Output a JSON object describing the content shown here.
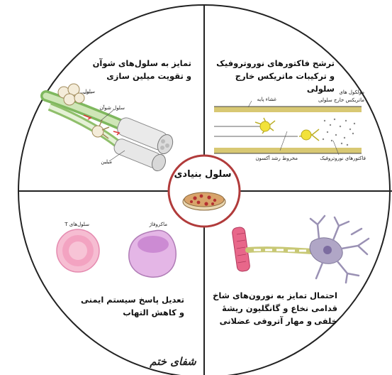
{
  "center": {
    "title": "سلول بنیادی"
  },
  "quadrants": {
    "top_left": {
      "title_line1": "تمایز به سلول‌های شوآن",
      "title_line2": "و تقویت میلین سازی",
      "label_cell": "سلول",
      "label_schwann": "سلول شوآن",
      "label_myelin": "میلین"
    },
    "top_right": {
      "title_line1": "ترشح فاکتورهای نوروتروفیک",
      "title_line2": "و ترکیبات ماتریکس خارج سلولی",
      "label_molecules_l1": "مولکول های",
      "label_molecules_l2": "ماتریکس خارج سلولی",
      "label_basal": "غشاء پایه",
      "label_growth_cone": "مخروط رشد آکسون",
      "label_factors": "فاکتورهای نوروتروفیک"
    },
    "bottom_left": {
      "label_tcells": "سلول‌های T",
      "label_macrophage": "ماکروفاژ",
      "title_line1": "تعدیل پاسخ سیستم ایمنی",
      "title_line2": "و کاهش التهاب"
    },
    "bottom_right": {
      "title_line1": "احتمال تمایز به نورون‌های شاخ",
      "title_line2": "قدامی نخاع و گانگلیون ریشهٔ خلفی",
      "title_line3": "و مهار آتروفی عضلانی"
    }
  },
  "signature": "شفای ختم",
  "colors": {
    "ring": "#222222",
    "dish_ring": "#b13b3b",
    "tcell": "#f2a6c2",
    "macrophage": "#d9a6dd",
    "neuron": "#b0a6c6",
    "axon_tube": "#d8c873",
    "growth_cone": "#f2e23a",
    "nerve_green": "#9cc27a",
    "muscle": "#e8678a"
  }
}
